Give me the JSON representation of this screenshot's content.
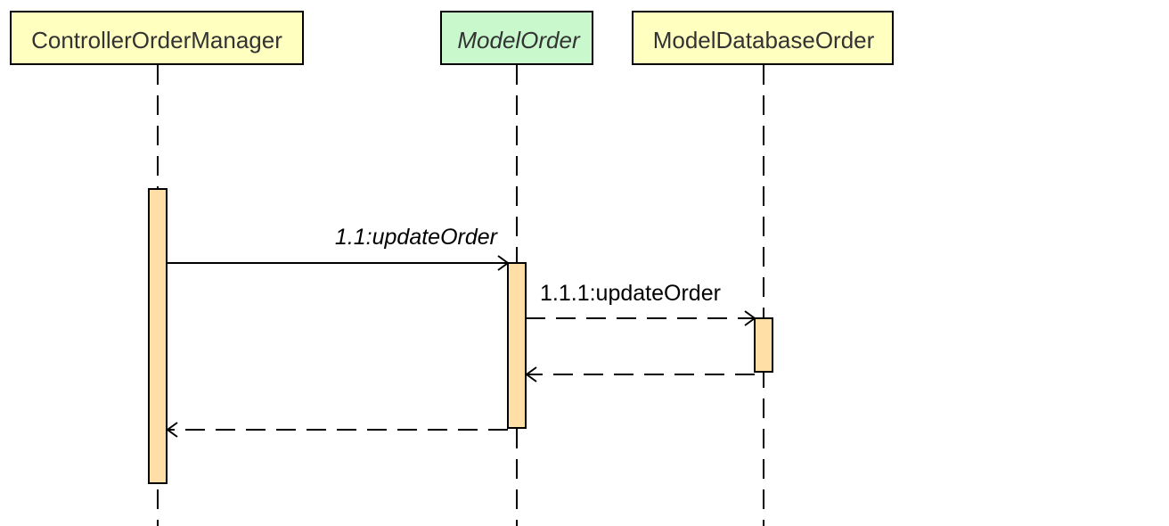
{
  "diagram": {
    "type": "sequence",
    "participants": [
      {
        "name": "ControllerOrderManager",
        "italic": false,
        "fill": "#ffffc0"
      },
      {
        "name": "ModelOrder",
        "italic": true,
        "fill": "#c8f8cc"
      },
      {
        "name": "ModelDatabaseOrder",
        "italic": false,
        "fill": "#ffffc0"
      }
    ],
    "activation_fill": "#ffdfa6",
    "messages": [
      {
        "label": "1.1:updateOrder",
        "from": "ControllerOrderManager",
        "to": "ModelOrder",
        "kind": "call",
        "italic": true
      },
      {
        "label": "1.1.1:updateOrder",
        "from": "ModelOrder",
        "to": "ModelDatabaseOrder",
        "kind": "async-dashed",
        "italic": false
      },
      {
        "label": "",
        "from": "ModelDatabaseOrder",
        "to": "ModelOrder",
        "kind": "return"
      },
      {
        "label": "",
        "from": "ModelOrder",
        "to": "ControllerOrderManager",
        "kind": "return"
      }
    ]
  }
}
